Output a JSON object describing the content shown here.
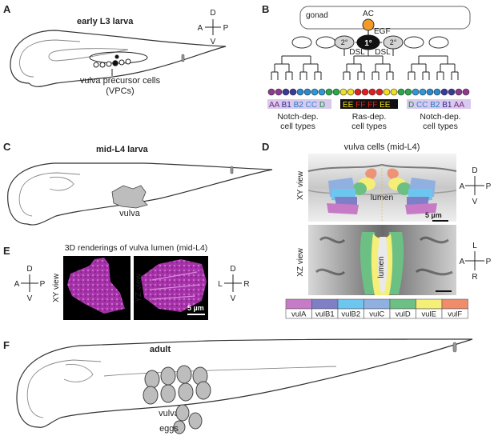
{
  "panels": {
    "A": {
      "letter": "A",
      "title": "early L3 larva",
      "vpc_label_1": "vulva precursor cells",
      "vpc_label_2": "(VPCs)"
    },
    "B": {
      "letter": "B",
      "gonad": "gonad",
      "ac": "AC",
      "egf": "EGF",
      "dsl": "DSL",
      "fates": {
        "primary": "1°",
        "secondary": "2°"
      },
      "left_types": [
        "AA",
        "B1",
        "B2",
        "CC",
        "D"
      ],
      "center_types": [
        "EE",
        "FF",
        "FF",
        "EE"
      ],
      "right_types": [
        "D",
        "CC",
        "B2",
        "B1",
        "AA"
      ],
      "left_caption_1": "Notch-dep.",
      "left_caption_2": "cell types",
      "center_caption_1": "Ras-dep.",
      "center_caption_2": "cell types",
      "right_caption_1": "Notch-dep.",
      "right_caption_2": "cell types",
      "dot_colors": [
        "#8e3a8e",
        "#8e3a8e",
        "#3a3a9a",
        "#3a3a9a",
        "#2a8ad0",
        "#2a8ad0",
        "#2a9ad8",
        "#2a9ad8",
        "#2aa84a",
        "#2aa84a",
        "#f0e020",
        "#f0e020",
        "#e02020",
        "#e02020",
        "#e02020",
        "#e02020",
        "#f0e020",
        "#f0e020",
        "#2aa84a",
        "#2aa84a",
        "#2a9ad8",
        "#2a9ad8",
        "#2a8ad0",
        "#2a8ad0",
        "#3a3a9a",
        "#3a3a9a",
        "#8e3a8e",
        "#8e3a8e"
      ]
    },
    "C": {
      "letter": "C",
      "title": "mid-L4 larva",
      "vulva": "vulva"
    },
    "D": {
      "letter": "D",
      "title": "vulva cells (mid-L4)",
      "xy_view": "XY view",
      "xz_view": "XZ view",
      "lumen": "lumen",
      "scale": "5 µm",
      "legend": [
        {
          "label": "vulA",
          "color": "#c77bc7"
        },
        {
          "label": "vulB1",
          "color": "#7f7fc8"
        },
        {
          "label": "vulB2",
          "color": "#6cc6ef"
        },
        {
          "label": "vulC",
          "color": "#8fb0e0"
        },
        {
          "label": "vulD",
          "color": "#6cc083"
        },
        {
          "label": "vulE",
          "color": "#f5ee77"
        },
        {
          "label": "vulF",
          "color": "#f08c6a"
        }
      ]
    },
    "E": {
      "letter": "E",
      "title": "3D renderings of vulva lumen (mid-L4)",
      "xy_view": "XY view",
      "yz_view": "YZ view",
      "scale": "5 µm"
    },
    "F": {
      "letter": "F",
      "title": "adult",
      "vulva": "vulva",
      "eggs": "eggs"
    }
  },
  "axes": {
    "A": {
      "top": "D",
      "bottom": "V",
      "left": "A",
      "right": "P"
    },
    "D_xy": {
      "top": "D",
      "bottom": "V",
      "left": "A",
      "right": "P"
    },
    "D_xz": {
      "top": "L",
      "bottom": "R",
      "left": "A",
      "right": "P"
    },
    "E_left": {
      "top": "D",
      "bottom": "V",
      "left": "A",
      "right": "P"
    },
    "E_right": {
      "top": "D",
      "bottom": "V",
      "left": "L",
      "right": "R"
    }
  }
}
